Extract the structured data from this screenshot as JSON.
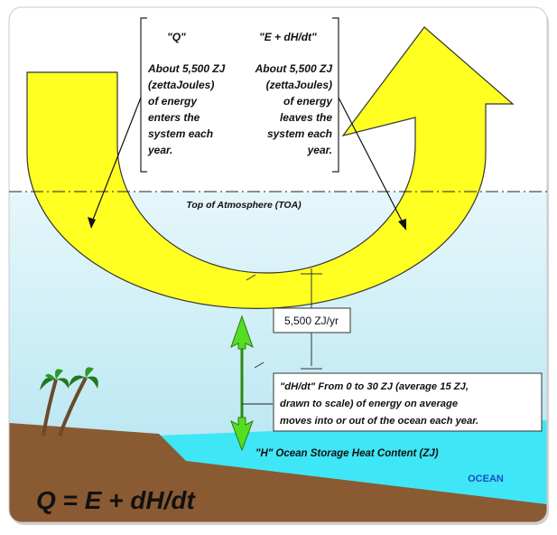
{
  "q_box": {
    "title": "\"Q\"",
    "lines": [
      "About 5,500 ZJ",
      "(zettaJoules)",
      "of energy",
      "enters the",
      "system each",
      "year."
    ]
  },
  "e_box": {
    "title": "\"E + dH/dt\"",
    "lines": [
      "About 5,500 ZJ",
      "(zettaJoules)",
      "of energy",
      "leaves the",
      "system each",
      "year."
    ]
  },
  "toa_label": "Top of Atmosphere (TOA)",
  "flux_label": "5,500 ZJ/yr",
  "dhdt_box": {
    "lines": [
      "\"dH/dt\"    From 0 to 30 ZJ (average 15 ZJ,",
      "drawn to scale) of energy on average",
      "moves into or out of the ocean each year."
    ]
  },
  "ocean_heat_label": "\"H\" Ocean Storage Heat Content (ZJ)",
  "ocean_label": "OCEAN",
  "equation": "Q = E + dH/dt",
  "colors": {
    "arrow_yellow": "#ffff22",
    "sky_top": "#ffffff",
    "atmosphere": "#d4f0f7",
    "ocean": "#3fe6f5",
    "land": "#8a5a33",
    "green_arrow": "#55dd22",
    "ocean_text": "#1a4cc8"
  },
  "icons": [
    "palm-tree-icon",
    "palm-tree-icon"
  ]
}
